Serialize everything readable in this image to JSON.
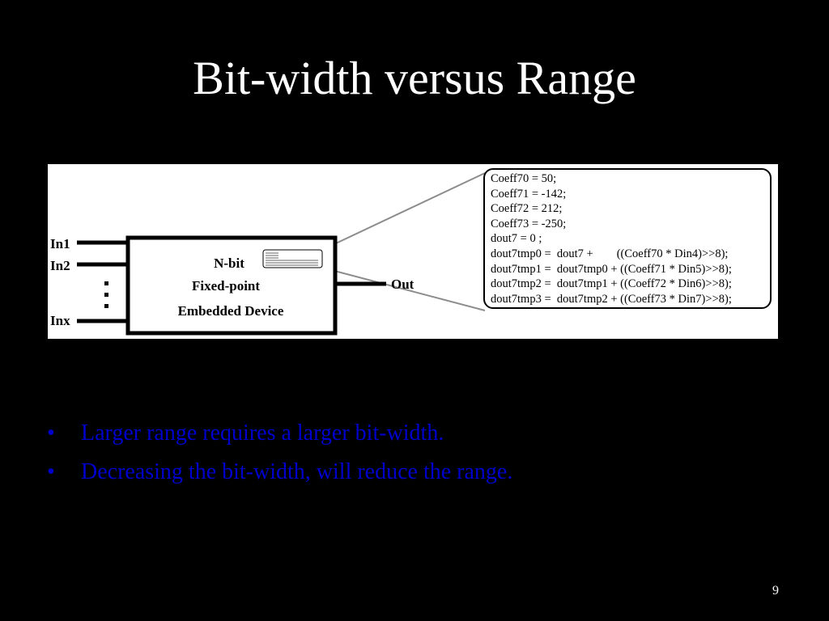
{
  "slide": {
    "title": "Bit-width versus Range",
    "number": "9"
  },
  "diagram": {
    "inputs": [
      "In1",
      "In2",
      "Inx"
    ],
    "output": "Out",
    "device_lines": [
      "N-bit",
      "Fixed-point",
      "Embedded Device"
    ],
    "code_lines": [
      "Coeff70 = 50;",
      "Coeff71 = -142;",
      "Coeff72 = 212;",
      "Coeff73 = -250;",
      "dout7 = 0 ;",
      "dout7tmp0 =  dout7 +        ((Coeff70 * Din4)>>8);",
      "dout7tmp1 =  dout7tmp0 + ((Coeff71 * Din5)>>8);",
      "dout7tmp2 =  dout7tmp1 + ((Coeff72 * Din6)>>8);",
      "dout7tmp3 =  dout7tmp2 + ((Coeff73 * Din7)>>8);"
    ]
  },
  "bullets": [
    "Larger range requires a larger bit-width.",
    "Decreasing the bit-width, will reduce the range."
  ],
  "colors": {
    "background": "#000000",
    "title": "#ffffff",
    "bullet_text": "#0000cc"
  }
}
